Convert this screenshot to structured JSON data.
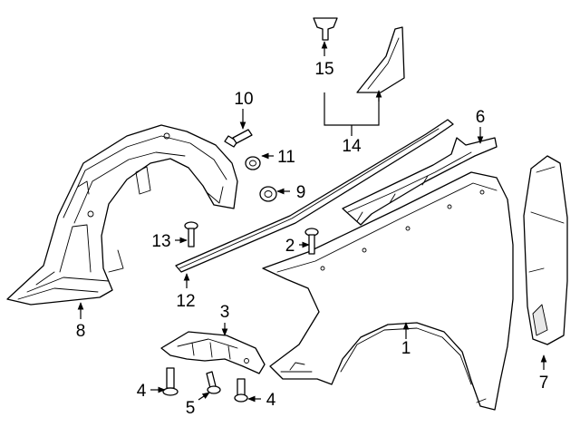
{
  "callouts": {
    "c1": "1",
    "c2": "2",
    "c3": "3",
    "c4a": "4",
    "c4b": "4",
    "c5": "5",
    "c6": "6",
    "c7": "7",
    "c8": "8",
    "c9": "9",
    "c10": "10",
    "c11": "11",
    "c12": "12",
    "c13": "13",
    "c14": "14",
    "c15": "15"
  }
}
